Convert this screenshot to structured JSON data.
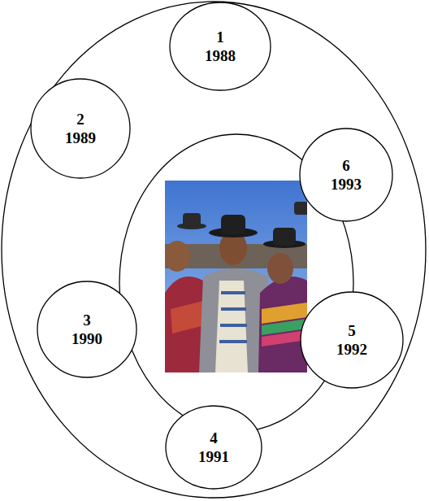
{
  "diagram": {
    "nodes": [
      {
        "text": [
          "1",
          "1988"
        ]
      },
      {
        "text": [
          "2",
          "1989"
        ]
      },
      {
        "text": [
          "3",
          "1990"
        ]
      },
      {
        "text": [
          "4",
          "1991"
        ]
      },
      {
        "text": [
          "5",
          "1992"
        ]
      },
      {
        "text": [
          "6",
          "1993"
        ]
      }
    ]
  }
}
